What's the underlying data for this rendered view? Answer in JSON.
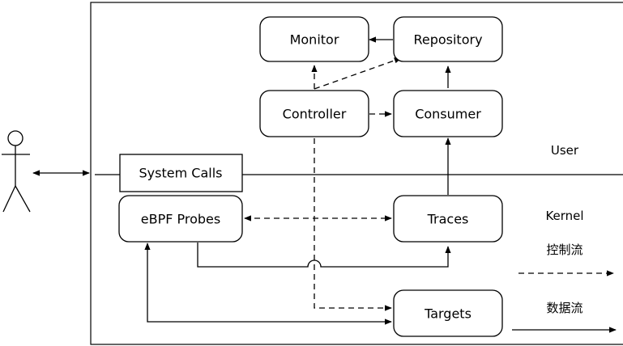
{
  "diagram": {
    "nodes": {
      "monitor": "Monitor",
      "repository": "Repository",
      "controller": "Controller",
      "consumer": "Consumer",
      "system_calls": "System Calls",
      "ebpf_probes": "eBPF Probes",
      "traces": "Traces",
      "targets": "Targets"
    },
    "zones": {
      "user": "User",
      "kernel": "Kernel"
    },
    "legend": {
      "control_flow": "控制流",
      "data_flow": "数据流"
    }
  }
}
